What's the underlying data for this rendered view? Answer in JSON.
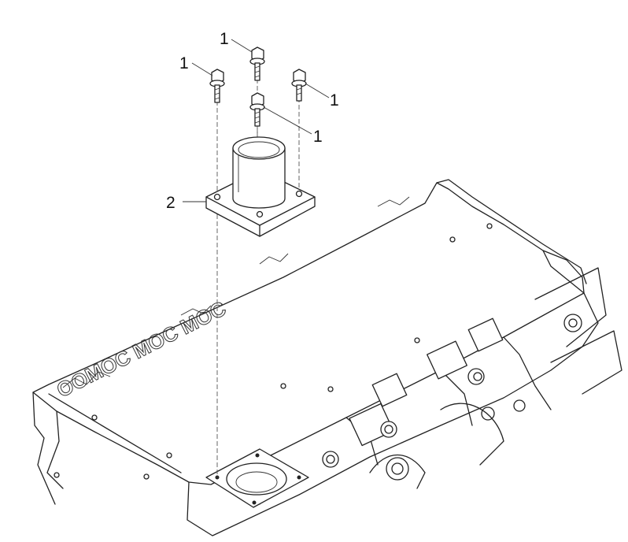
{
  "callouts": {
    "bolt_top": "1",
    "bolt_left": "1",
    "bolt_right": "1",
    "bolt_center": "1",
    "housing": "2"
  },
  "casting_text": "OOMOC MOC MOC"
}
